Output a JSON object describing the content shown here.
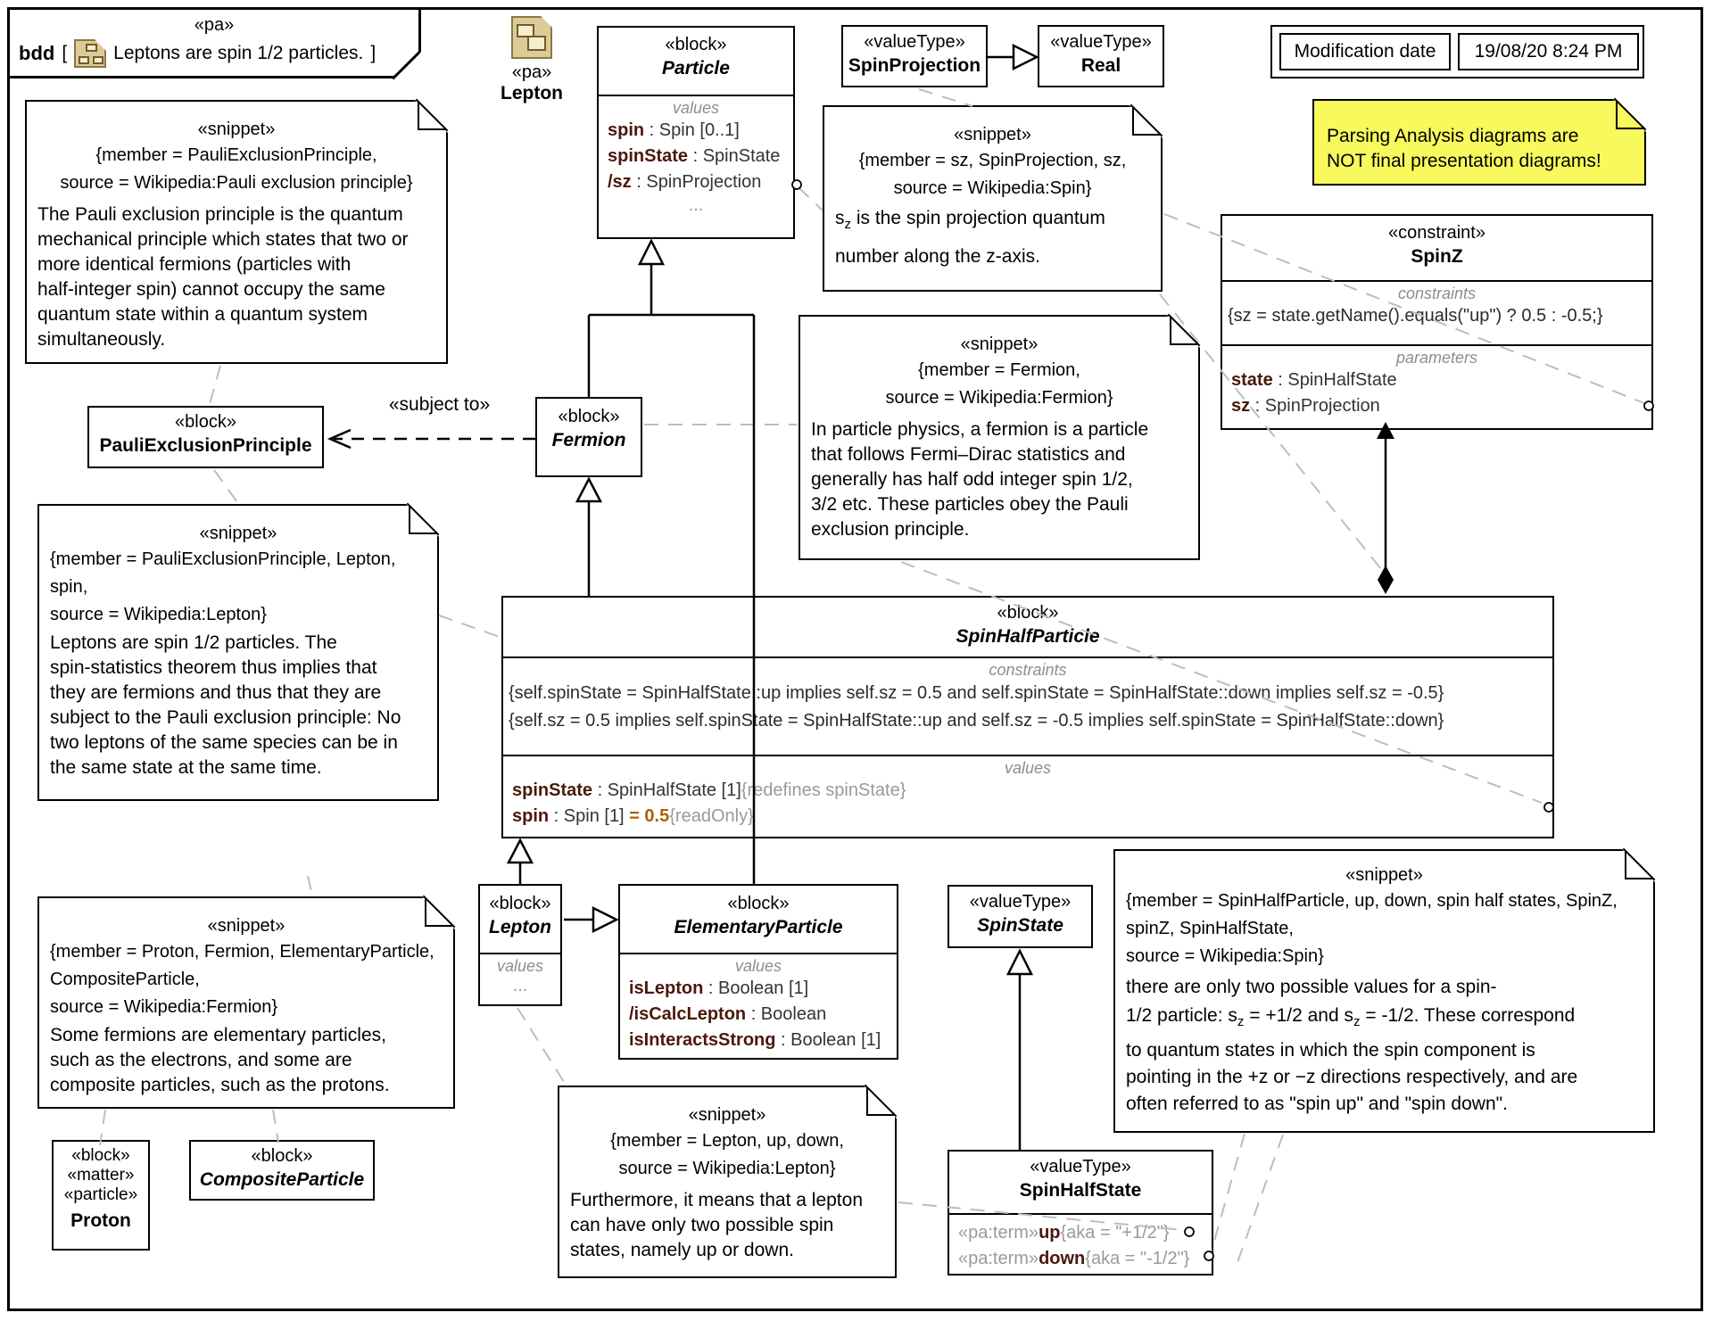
{
  "frame": {
    "stereotype": "«pa»",
    "kind": "bdd",
    "open": "[",
    "title": "Leptons are spin 1/2 particles.",
    "close": "]"
  },
  "package_icon": {
    "stereotype": "«pa»",
    "name": "Lepton"
  },
  "modification": {
    "label": "Modification date",
    "value": "19/08/20 8:24 PM"
  },
  "yellow_note": {
    "lines": [
      "Parsing Analysis diagrams are",
      "NOT final presentation diagrams!"
    ]
  },
  "relationships": {
    "subject_to": "«subject to»"
  },
  "blocks": {
    "particle": {
      "stereotype": "«block»",
      "name": "Particle",
      "values_label": "values",
      "rows": [
        {
          "name": "spin",
          "type": " : Spin [0..1]"
        },
        {
          "name": "spinState",
          "type": " : SpinState"
        },
        {
          "name": "/sz",
          "type": " : SpinProjection"
        }
      ],
      "more": "..."
    },
    "spin_projection": {
      "stereotype": "«valueType»",
      "name": "SpinProjection"
    },
    "real": {
      "stereotype": "«valueType»",
      "name": "Real"
    },
    "pauli_exclusion_principle": {
      "stereotype": "«block»",
      "name": "PauliExclusionPrinciple"
    },
    "fermion": {
      "stereotype": "«block»",
      "name": "Fermion"
    },
    "spin_z": {
      "stereotype": "«constraint»",
      "name": "SpinZ",
      "constraints_label": "constraints",
      "constraint": "{sz = state.getName().equals(\"up\") ? 0.5 : -0.5;}",
      "parameters_label": "parameters",
      "parameters": [
        {
          "name": "state",
          "type": " : SpinHalfState"
        },
        {
          "name": "sz",
          "type": " : SpinProjection"
        }
      ]
    },
    "spin_half_particle": {
      "stereotype": "«block»",
      "name": "SpinHalfParticle",
      "constraints_label": "constraints",
      "constraints": [
        "{self.spinState = SpinHalfState::up implies self.sz = 0.5 and self.spinState = SpinHalfState::down implies self.sz = -0.5}",
        "{self.sz = 0.5 implies self.spinState = SpinHalfState::up and self.sz = -0.5 implies self.spinState = SpinHalfState::down}"
      ],
      "values_label": "values",
      "rows": [
        {
          "name": "spinState",
          "type": " : SpinHalfState [1]",
          "value": "",
          "note": "{redefines spinState}"
        },
        {
          "name": "spin",
          "type": " : Spin [1] ",
          "value": "= 0.5",
          "note": "{readOnly}"
        }
      ]
    },
    "lepton": {
      "stereotype": "«block»",
      "name": "Lepton",
      "values_label": "values",
      "more": "..."
    },
    "elementary_particle": {
      "stereotype": "«block»",
      "name": "ElementaryParticle",
      "values_label": "values",
      "rows": [
        {
          "name": "isLepton",
          "type": " : Boolean [1]"
        },
        {
          "name": "/isCalcLepton",
          "type": " : Boolean"
        },
        {
          "name": "isInteractsStrong",
          "type": " : Boolean [1]"
        }
      ]
    },
    "proton": {
      "stereotypes": [
        "«block»",
        "«matter»",
        "«particle»"
      ],
      "name": "Proton"
    },
    "composite_particle": {
      "stereotype": "«block»",
      "name": "CompositeParticle"
    },
    "spin_state": {
      "stereotype": "«valueType»",
      "name": "SpinState"
    },
    "spin_half_state": {
      "stereotype": "«valueType»",
      "name": "SpinHalfState",
      "literals": [
        {
          "stereotype": "«pa:term»",
          "name": "up",
          "note": "{aka = \"+1/2\"}"
        },
        {
          "stereotype": "«pa:term»",
          "name": "down",
          "note": "{aka = \"-1/2\"}"
        }
      ]
    }
  },
  "snippets": {
    "pauli": {
      "stereotype": "«snippet»",
      "meta": [
        "{member = PauliExclusionPrinciple,",
        "source = Wikipedia:Pauli exclusion principle}"
      ],
      "body": [
        "The Pauli exclusion principle is the quantum",
        "mechanical principle which states that two or",
        "more identical fermions (particles with",
        "half-integer spin) cannot occupy the same",
        "quantum state within a quantum system",
        "simultaneously."
      ]
    },
    "sz": {
      "stereotype": "«snippet»",
      "meta": [
        "{member = sz, SpinProjection, sz,",
        "source = Wikipedia:Spin}"
      ],
      "body_s": "s",
      "body_sub": "z",
      "body_rest": " is the spin projection quantum",
      "body_line2": "number along the z-axis."
    },
    "fermion": {
      "stereotype": "«snippet»",
      "meta": [
        "{member = Fermion,",
        "source = Wikipedia:Fermion}"
      ],
      "body": [
        "In particle physics, a fermion is a particle",
        "that follows Fermi–Dirac statistics and",
        "generally has half odd integer spin 1/2,",
        "3/2 etc. These particles obey the Pauli",
        "exclusion principle."
      ]
    },
    "lepton_spin": {
      "stereotype": "«snippet»",
      "meta": [
        "{member = PauliExclusionPrinciple, Lepton,",
        "spin,",
        "source = Wikipedia:Lepton}"
      ],
      "body": [
        "Leptons are spin 1/2 particles. The",
        "spin-statistics theorem thus implies that",
        "they are fermions and thus that they are",
        "subject to the Pauli exclusion principle: No",
        "two leptons of the same species can be in",
        "the same state at the same time."
      ]
    },
    "proton_note": {
      "stereotype": "«snippet»",
      "meta": [
        "{member = Proton, Fermion, ElementaryParticle,",
        "CompositeParticle,",
        "source = Wikipedia:Fermion}"
      ],
      "body": [
        "Some fermions are elementary particles,",
        "such as the electrons, and some are",
        "composite particles, such as the protons."
      ]
    },
    "lepton_updown": {
      "stereotype": "«snippet»",
      "meta": [
        "{member = Lepton, up, down,",
        "source = Wikipedia:Lepton}"
      ],
      "body": [
        "Furthermore, it means that a lepton",
        "can have only two possible spin",
        "states, namely up or down."
      ]
    },
    "spin_half": {
      "stereotype": "«snippet»",
      "meta": [
        "{member = SpinHalfParticle, up, down, spin half states, SpinZ,",
        "spinZ, SpinHalfState,",
        "source = Wikipedia:Spin}"
      ],
      "l1": "there are only two possible values for a spin-",
      "l2a": "1/2 particle: s",
      "l2s1": "z",
      "l2b": " = +1/2 and s",
      "l2s2": "z",
      "l2c": " = -1/2. These correspond",
      "l3": "to quantum states in which the spin component is",
      "l4": "pointing in the +z or −z directions respectively, and are",
      "l5": "often referred to as \"spin up\" and \"spin down\"."
    }
  },
  "colors": {
    "note_yellow": "#f7f95d",
    "annotation_gray": "#9a9a9a",
    "attribute_maroon": "#4a180c",
    "value_orange": "#ad5f06",
    "icon_tan": "#ddcb96"
  }
}
